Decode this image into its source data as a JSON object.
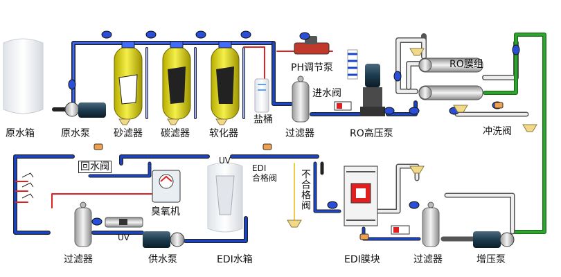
{
  "labels": {
    "raw_tank": "原水箱",
    "raw_pump": "原水泵",
    "sand_filter": "砂滤器",
    "carbon_filter": "碳滤器",
    "softener": "软化器",
    "salt_tank": "盐桶",
    "ph_pump": "PH调节泵",
    "prefilter": "过滤器",
    "inlet_valve": "进水阀",
    "ro_hp_pump": "RO高压泵",
    "ro_membrane": "RO膜组",
    "flush_valve": "冲洗阀",
    "return_valve": "回水阀",
    "uv_top": "UV",
    "edi_ok_valve": "EDI\n合格阀",
    "edi_bad_valve": "不合格阀",
    "ozone": "臭氧机",
    "uv_bottom": "UV",
    "final_filter": "过滤器",
    "supply_pump": "供水泵",
    "edi_tank": "EDI水箱",
    "edi_module": "EDI膜块",
    "edi_filter": "过滤器",
    "booster_pump": "增压泵"
  },
  "colors": {
    "pipe_blue": "#1b45c8",
    "pipe_green": "#2fa62f",
    "pipe_red": "#e02020",
    "pipe_edge": "#222222",
    "vessel_yellow": "#e6df1a",
    "drain_funnel": "#f2d98a",
    "pump_motor": "#1d3b4f"
  }
}
